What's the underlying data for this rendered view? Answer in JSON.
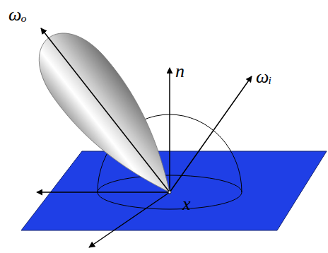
{
  "diagram": {
    "labels": [
      "ωₒ",
      "n",
      "ωᵢ",
      "x"
    ]
  }
}
